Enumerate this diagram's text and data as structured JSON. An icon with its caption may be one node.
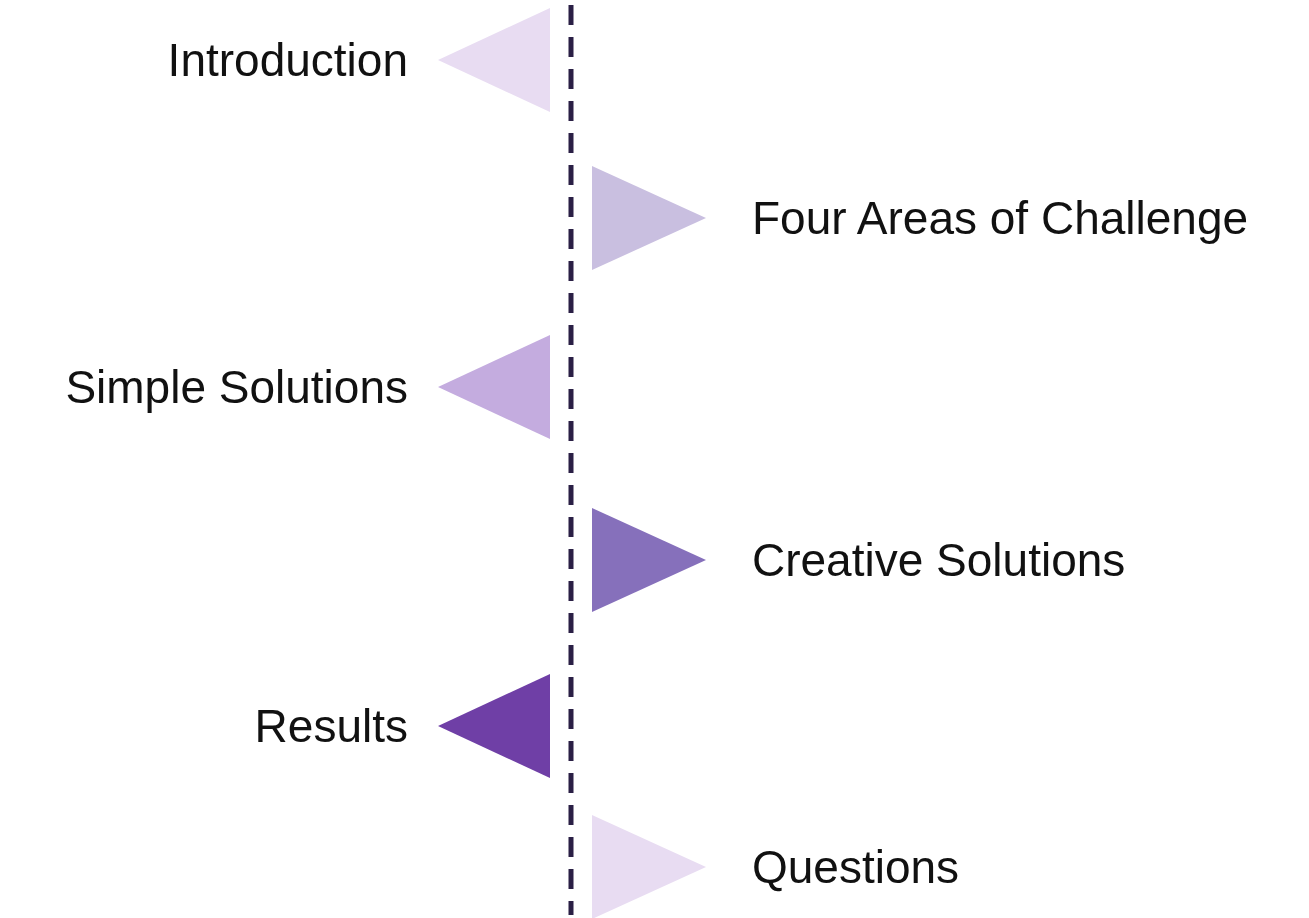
{
  "diagram": {
    "nodes": [
      {
        "text": [],
        "shape": "triangle",
        "beside": [
          "Introduction"
        ]
      },
      {
        "text": [],
        "shape": "triangle",
        "beside": [
          "Four Areas of Challenge"
        ]
      },
      {
        "text": [],
        "shape": "triangle",
        "beside": [
          "Simple Solutions"
        ]
      },
      {
        "text": [],
        "shape": "triangle",
        "beside": [
          "Creative Solutions"
        ]
      },
      {
        "text": [],
        "shape": "triangle",
        "beside": [
          "Results"
        ]
      },
      {
        "text": [],
        "shape": "triangle",
        "beside": [
          "Questions"
        ]
      }
    ]
  }
}
